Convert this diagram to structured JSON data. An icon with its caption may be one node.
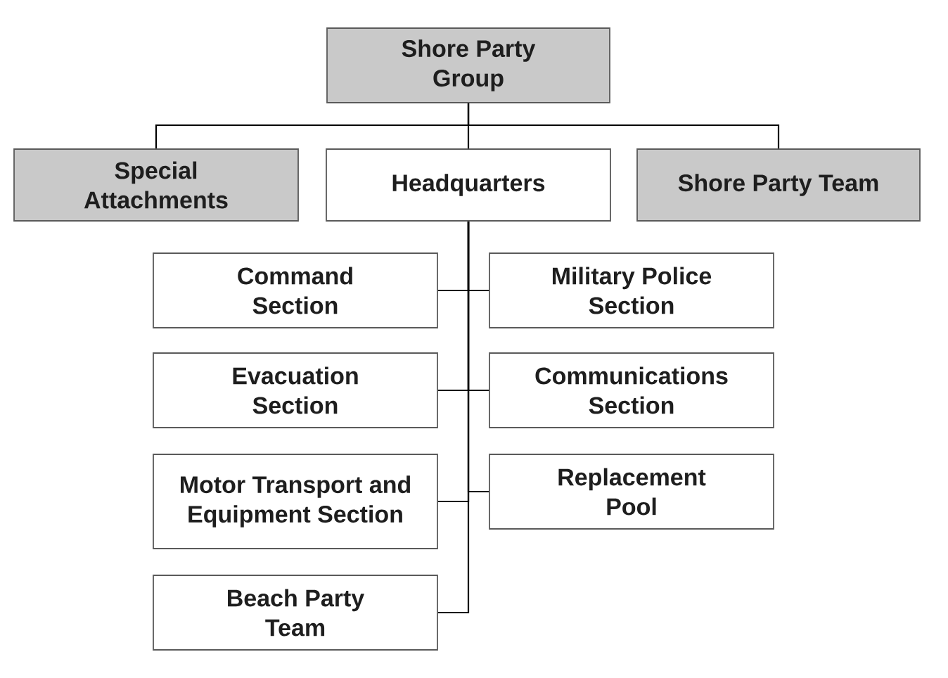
{
  "diagram": {
    "nodes": [
      {
        "text": [
          "Shore Party Group"
        ]
      },
      {
        "text": [
          "Special Attachments"
        ]
      },
      {
        "text": [
          "Headquarters"
        ]
      },
      {
        "text": [
          "Shore Party Team"
        ]
      },
      {
        "text": [
          "Command Section"
        ]
      },
      {
        "text": [
          "Military Police Section"
        ]
      },
      {
        "text": [
          "Evacuation Section"
        ]
      },
      {
        "text": [
          "Communications Section"
        ]
      },
      {
        "text": [
          "Motor Transport and Equipment Section"
        ]
      },
      {
        "text": [
          "Replacement Pool"
        ]
      },
      {
        "text": [
          "Beach Party Team"
        ]
      }
    ],
    "edges": [
      {
        "from": 0,
        "to": 1,
        "arrow": "none"
      },
      {
        "from": 0,
        "to": 2,
        "arrow": "none"
      },
      {
        "from": 0,
        "to": 3,
        "arrow": "none"
      },
      {
        "from": 2,
        "to": 4,
        "arrow": "none"
      },
      {
        "from": 2,
        "to": 5,
        "arrow": "none"
      },
      {
        "from": 2,
        "to": 6,
        "arrow": "none"
      },
      {
        "from": 2,
        "to": 7,
        "arrow": "none"
      },
      {
        "from": 2,
        "to": 8,
        "arrow": "none"
      },
      {
        "from": 2,
        "to": 9,
        "arrow": "none"
      },
      {
        "from": 2,
        "to": 10,
        "arrow": "none"
      }
    ]
  }
}
